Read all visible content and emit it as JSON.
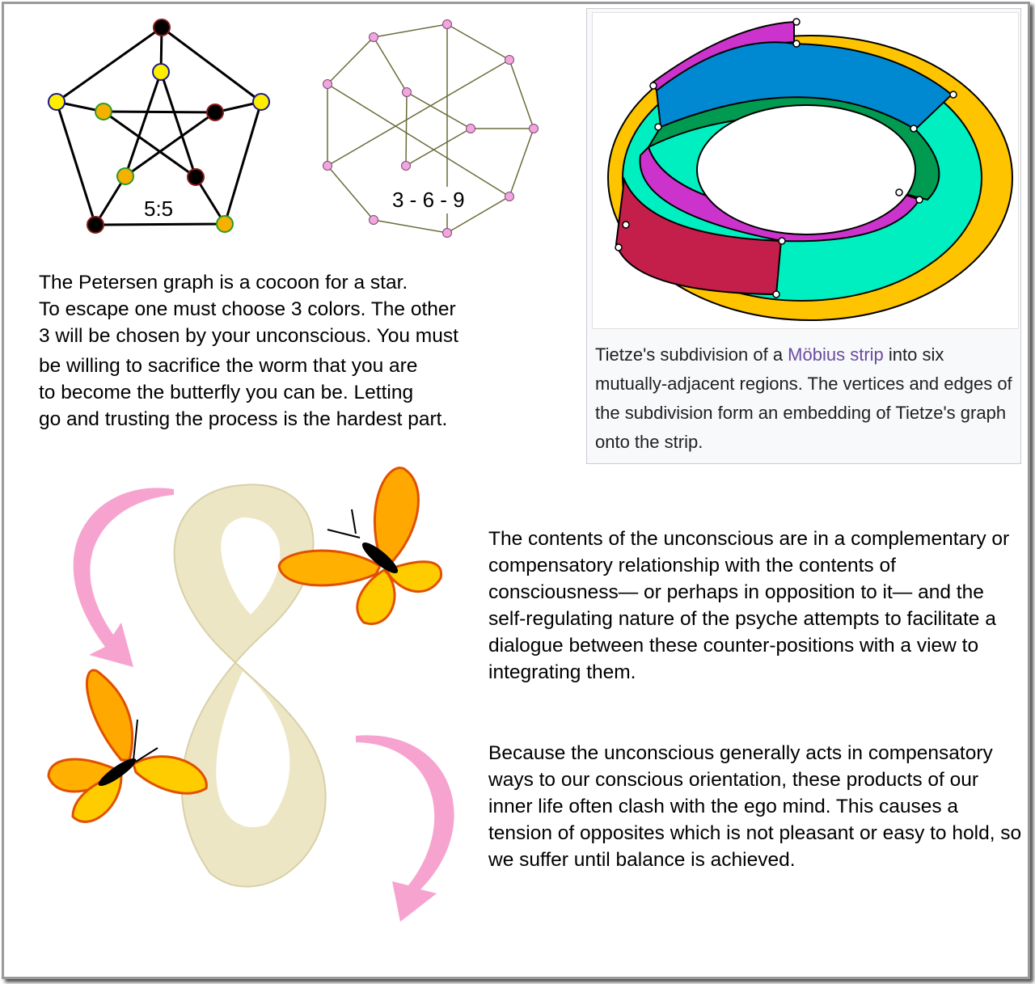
{
  "petersen": {
    "label": "5:5"
  },
  "nonagon_graph": {
    "label": "3 - 6 - 9"
  },
  "intro_text": {
    "lines": [
      "The Petersen graph is a cocoon for a star.",
      "To escape one must choose 3 colors. The other",
      "3 will be chosen by your unconscious. You must",
      "be willing to sacrifice the worm that you are",
      "to become the butterfly you can be. Letting",
      "go and trusting the process is the hardest part."
    ]
  },
  "mobius_caption": {
    "before_link": "Tietze's subdivision of a ",
    "link": "Möbius strip",
    "after_link": " into six mutually-adjacent regions. The vertices and edges of the subdivision form an embedding of Tietze's graph onto the strip."
  },
  "body_text": {
    "paragraph1": "The contents of the unconscious are in a complementary or compensatory relationship with the contents of consciousness— or perhaps in opposition to it— and the self-regulating nature of the psyche attempts to facilitate a dialogue between these counter-positions with a view to integrating them.",
    "paragraph2": "Because the unconscious generally acts in compensatory ways to our conscious orientation, these products of our inner life often clash with the ego mind. This causes a tension of opposites which is not pleasant or easy to hold, so we suffer until balance is achieved."
  },
  "colors": {
    "link": "#6b4ba1",
    "pink_arrow": "#f7a3cf",
    "beige": "#ece6c4"
  }
}
